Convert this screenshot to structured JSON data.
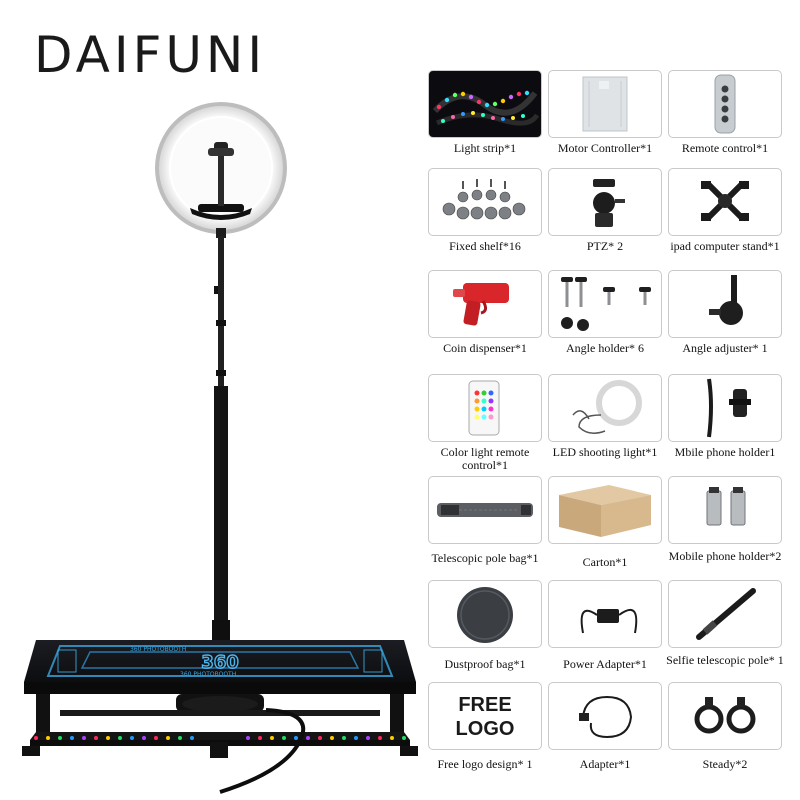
{
  "brand": {
    "name": "DAIFUNI"
  },
  "accessories": [
    {
      "label": "Light strip*1",
      "icon": "light-strip-icon"
    },
    {
      "label": "Motor Controller*1",
      "icon": "motor-controller-icon"
    },
    {
      "label": "Remote control*1",
      "icon": "remote-control-icon"
    },
    {
      "label": "Fixed shelf*16",
      "icon": "fixed-shelf-icon"
    },
    {
      "label": "PTZ* 2",
      "icon": "ptz-icon"
    },
    {
      "label": "ipad computer stand*1",
      "icon": "ipad-stand-icon"
    },
    {
      "label": "Coin dispenser*1",
      "icon": "coin-dispenser-icon"
    },
    {
      "label": "Angle holder* 6",
      "icon": "angle-holder-icon"
    },
    {
      "label": "Angle adjuster* 1",
      "icon": "angle-adjuster-icon"
    },
    {
      "label": "Color light remote control*1",
      "icon": "color-remote-icon"
    },
    {
      "label": "LED shooting light*1",
      "icon": "led-ring-light-icon"
    },
    {
      "label": "Mbile phone holder1",
      "icon": "mobile-holder-icon"
    },
    {
      "label": "Telescopic pole bag*1",
      "icon": "pole-bag-icon"
    },
    {
      "label": "Carton*1",
      "icon": "carton-icon"
    },
    {
      "label": "Mobile phone holder*2",
      "icon": "phone-holder-pair-icon"
    },
    {
      "label": "Dustproof bag*1",
      "icon": "dustproof-bag-icon"
    },
    {
      "label": "Power Adapter*1",
      "icon": "power-adapter-icon"
    },
    {
      "label": "Selfie telescopic pole* 1",
      "icon": "selfie-pole-icon"
    },
    {
      "label": "Free logo design* 1",
      "icon": "free-logo-icon"
    },
    {
      "label": "Adapter*1",
      "icon": "adapter-icon"
    },
    {
      "label": "Steady*2",
      "icon": "steady-clamp-icon"
    }
  ],
  "free_logo": {
    "line1": "FREE",
    "line2": "LOGO"
  },
  "platform_text": {
    "brand_mark": "360",
    "ring_text": "360 PHOTOBOOTH"
  }
}
